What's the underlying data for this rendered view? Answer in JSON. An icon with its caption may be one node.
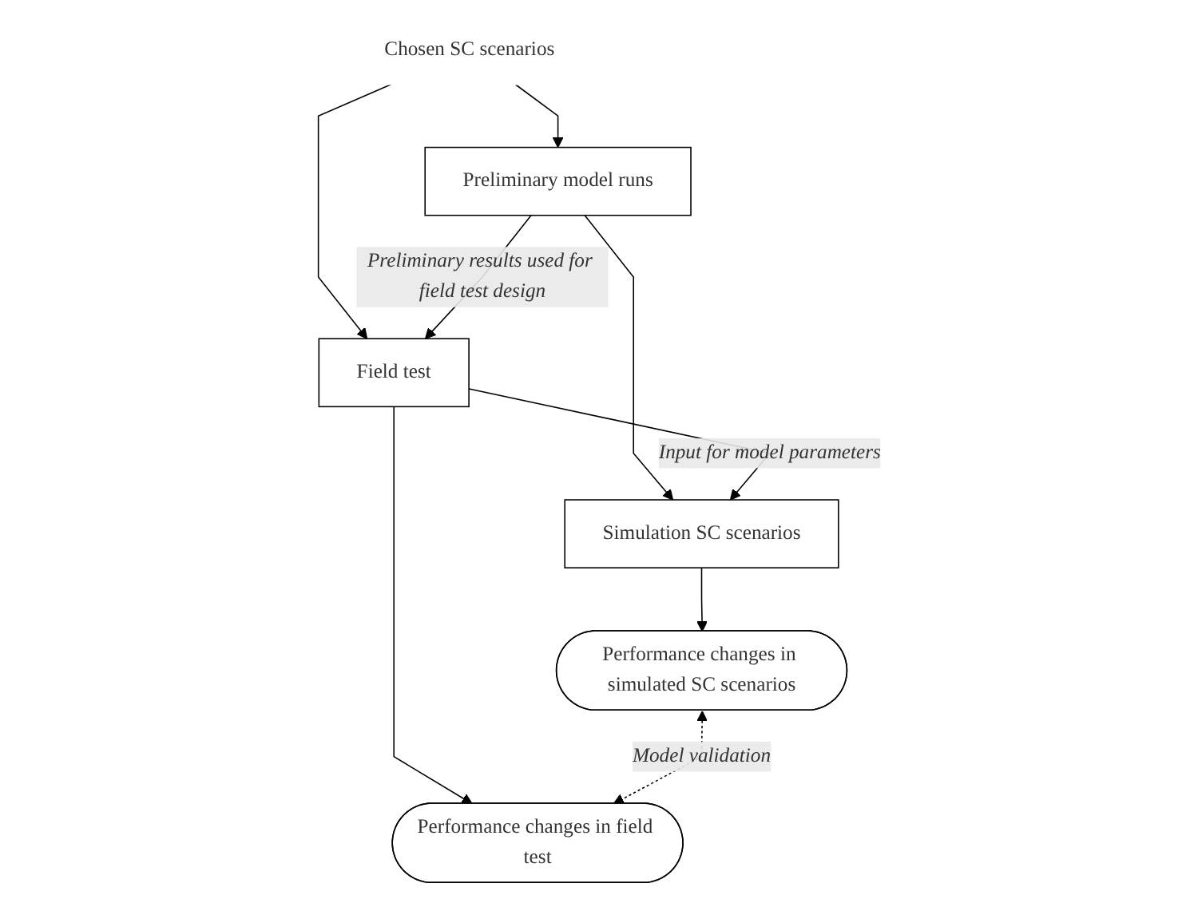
{
  "diagram": {
    "nodes": [
      {
        "text": [
          "Chosen SC scenarios"
        ]
      },
      {
        "text": [
          "Preliminary model runs"
        ]
      },
      {
        "text": [
          "Field test"
        ]
      },
      {
        "text": [
          "Simulation SC scenarios"
        ]
      },
      {
        "text": [
          "Performance changes in simulated SC scenarios"
        ]
      },
      {
        "text": [
          "Performance changes in field test"
        ]
      }
    ],
    "edges": [
      {
        "from": 0,
        "to": 1,
        "arrow": "to"
      },
      {
        "from": 0,
        "to": 2,
        "arrow": "to"
      },
      {
        "from": 1,
        "to": 2,
        "arrow": "to",
        "label": "Preliminary results used for field test design"
      },
      {
        "from": 1,
        "to": 3,
        "arrow": "to"
      },
      {
        "from": 2,
        "to": 3,
        "arrow": "to",
        "label": "Input for model parameters"
      },
      {
        "from": 3,
        "to": 4,
        "arrow": "to"
      },
      {
        "from": 2,
        "to": 5,
        "arrow": "to"
      },
      {
        "from": 4,
        "to": 5,
        "arrow": "both",
        "style": "dashed",
        "label": "Model validation"
      }
    ]
  }
}
